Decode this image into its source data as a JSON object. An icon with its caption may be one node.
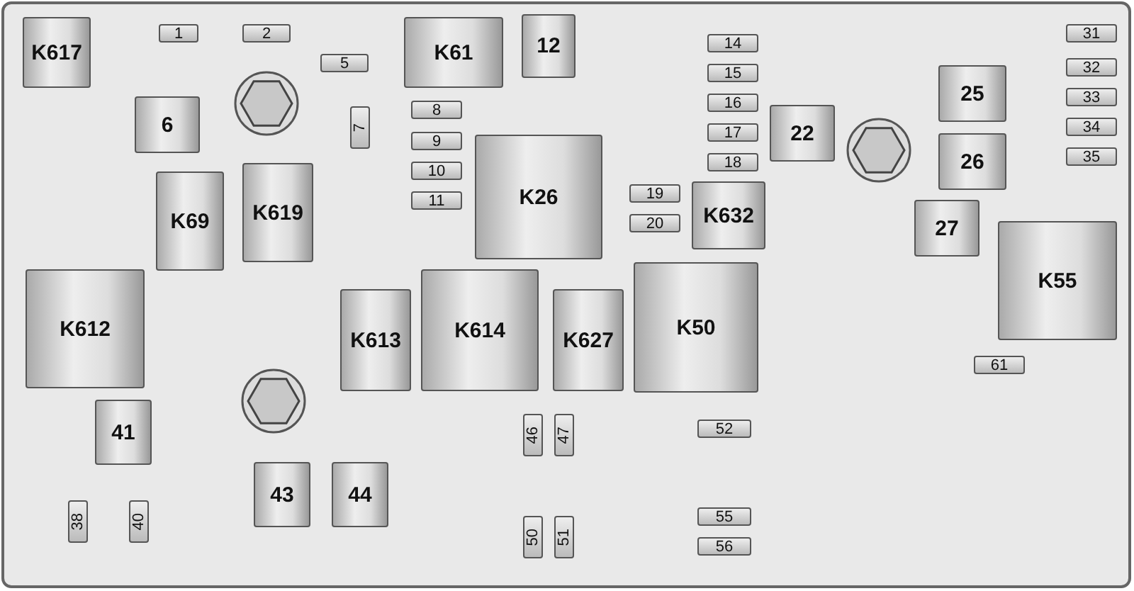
{
  "diagram": {
    "nodes": [
      {
        "text": [
          "K617"
        ]
      },
      {
        "text": [
          "1"
        ]
      },
      {
        "text": [
          "2"
        ]
      },
      {
        "text": [
          "K61"
        ]
      },
      {
        "text": [
          "12"
        ]
      },
      {
        "text": [
          "14"
        ]
      },
      {
        "text": [
          "15"
        ]
      },
      {
        "text": [
          "16"
        ]
      },
      {
        "text": [
          "17"
        ]
      },
      {
        "text": [
          "18"
        ]
      },
      {
        "text": [
          "31"
        ]
      },
      {
        "text": [
          "32"
        ]
      },
      {
        "text": [
          "33"
        ]
      },
      {
        "text": [
          "34"
        ]
      },
      {
        "text": [
          "35"
        ]
      },
      {
        "text": [
          "5"
        ]
      },
      {
        "text": [
          "25"
        ]
      },
      {
        "text": [
          "6"
        ]
      },
      {
        "text": [
          "7"
        ]
      },
      {
        "text": [
          "8"
        ]
      },
      {
        "text": [
          "9"
        ]
      },
      {
        "text": [
          "10"
        ]
      },
      {
        "text": [
          "11"
        ]
      },
      {
        "text": [
          "22"
        ]
      },
      {
        "text": [
          "26"
        ]
      },
      {
        "text": [
          "K26"
        ]
      },
      {
        "text": [
          "19"
        ]
      },
      {
        "text": [
          "20"
        ]
      },
      {
        "text": [
          "K632"
        ]
      },
      {
        "text": [
          "K69"
        ]
      },
      {
        "text": [
          "K619"
        ]
      },
      {
        "text": [
          "27"
        ]
      },
      {
        "text": [
          "K55"
        ]
      },
      {
        "text": [
          "K612"
        ]
      },
      {
        "text": [
          "K613"
        ]
      },
      {
        "text": [
          "K614"
        ]
      },
      {
        "text": [
          "K627"
        ]
      },
      {
        "text": [
          "K50"
        ]
      },
      {
        "text": [
          "61"
        ]
      },
      {
        "text": [
          "41"
        ]
      },
      {
        "text": [
          "46"
        ]
      },
      {
        "text": [
          "47"
        ]
      },
      {
        "text": [
          "52"
        ]
      },
      {
        "text": [
          "43"
        ]
      },
      {
        "text": [
          "44"
        ]
      },
      {
        "text": [
          "38"
        ]
      },
      {
        "text": [
          "40"
        ]
      },
      {
        "text": [
          "50"
        ]
      },
      {
        "text": [
          "51"
        ]
      },
      {
        "text": [
          "55"
        ]
      },
      {
        "text": [
          "56"
        ]
      }
    ]
  }
}
